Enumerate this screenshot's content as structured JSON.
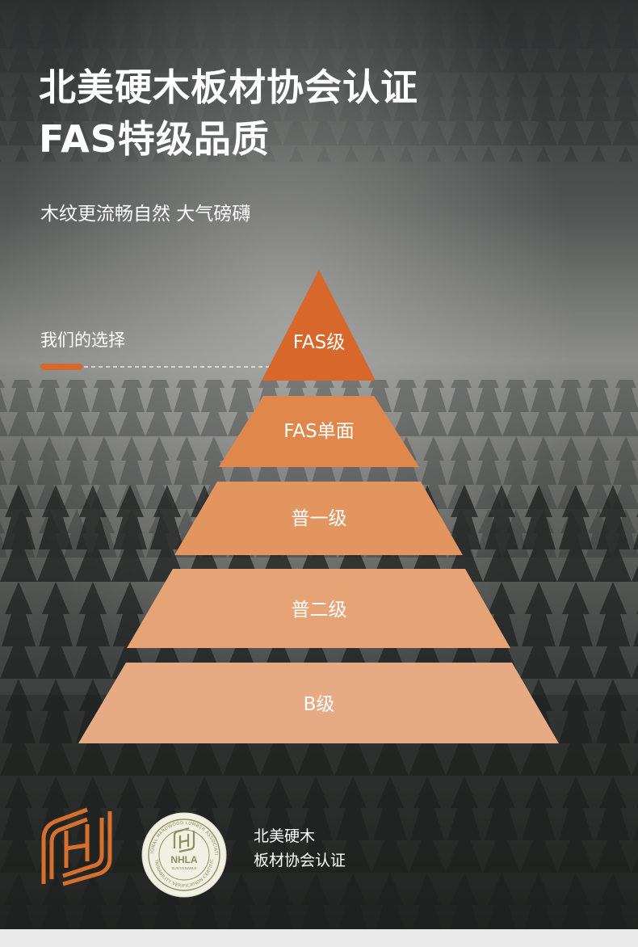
{
  "hero": {
    "title_line1": "北美硬木板材协会认证",
    "title_line2": "FAS特级品质",
    "subtitle": "木纹更流畅自然 大气磅礴"
  },
  "choice": {
    "label": "我们的选择"
  },
  "pyramid": {
    "tiers": [
      {
        "label": "FAS级",
        "color": "#d8672b"
      },
      {
        "label": "FAS单面",
        "color": "#e0874c"
      },
      {
        "label": "普一级",
        "color": "#e2955f"
      },
      {
        "label": "普二级",
        "color": "#e6a376"
      },
      {
        "label": "B级",
        "color": "#e6aa84"
      }
    ]
  },
  "certification": {
    "logo_icon": "hardwood-h-logo-icon",
    "seal_icon": "nhla-seal-icon",
    "seal_top_text": "NATIONAL HARDWOOD LUMBER ASSOCIATION",
    "seal_bottom_text": "SUSTAINABILITY VERIFICATION CERTIFICATE",
    "seal_name": "NHLA",
    "seal_sub": "SUSTAINABLE",
    "line1": "北美硬木",
    "line2": "板材协会认证"
  },
  "colors": {
    "accent": "#d8672b",
    "seal_green": "#8a9062"
  }
}
